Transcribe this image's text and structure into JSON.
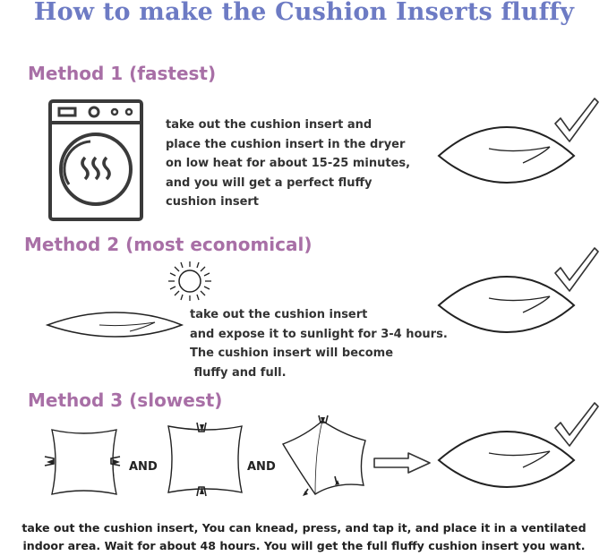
{
  "title": "How to make the Cushion Inserts fluffy",
  "methods": [
    {
      "heading": "Method 1 (fastest)",
      "lines": [
        "take out the cushion insert and",
        "place the cushion insert in the dryer",
        "on low heat for about 15-25 minutes,",
        "and you will get a perfect fluffy",
        "cushion insert"
      ],
      "icons": [
        "washing-machine-icon",
        "fluffy-cushion-icon",
        "checkmark-icon"
      ]
    },
    {
      "heading": "Method 2 (most economical)",
      "lines": [
        "take out the cushion insert",
        "and expose it to sunlight for 3-4 hours.",
        "The cushion insert will become",
        " fluffy and full."
      ],
      "icons": [
        "sun-icon",
        "flat-cushion-icon",
        "fluffy-cushion-icon",
        "checkmark-icon"
      ]
    },
    {
      "heading": "Method 3 (slowest)",
      "and_label": "AND",
      "icons": [
        "knead-cushion-icon",
        "press-cushion-icon",
        "tap-cushion-icon",
        "arrow-right-icon",
        "fluffy-cushion-icon",
        "checkmark-icon"
      ]
    }
  ],
  "footer_lines": [
    "take out the cushion insert, You can knead, press, and tap it, and place it in a ventilated",
    "indoor area. Wait for about 48 hours. You will get the full fluffy cushion insert you want."
  ]
}
